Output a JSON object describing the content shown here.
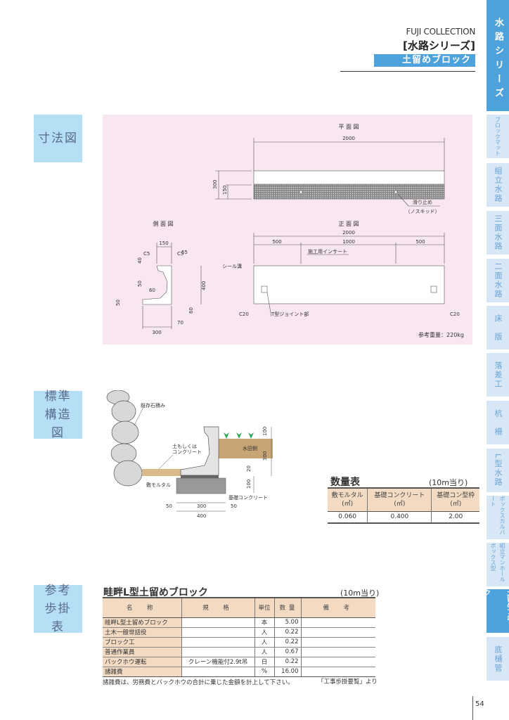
{
  "header": {
    "collection": "FUJI COLLECTION",
    "series": "[水路シリーズ]",
    "product": "土留めブロック"
  },
  "series_tab": "水路シリーズ",
  "sidebar": {
    "items": [
      {
        "label": "ブロックマット"
      },
      {
        "label": "組立水路"
      },
      {
        "label": "三面水路"
      },
      {
        "label": "二面水路"
      },
      {
        "label": "床　版"
      },
      {
        "label": "落差工"
      },
      {
        "label": "杭　柵"
      },
      {
        "label": "L型水路"
      },
      {
        "label": "ボックスカルバート"
      },
      {
        "label": "組立マンホール ボックス型"
      },
      {
        "label": "土留めブロック",
        "active": true
      },
      {
        "label": "底樋管"
      }
    ]
  },
  "sections": {
    "dimension": "寸法図",
    "structure": "標準構造図",
    "labor": "参考歩掛表"
  },
  "dimension_drawing": {
    "plan": {
      "title": "平 面 図",
      "length": "2000",
      "h300": "300",
      "h150": "150",
      "nonskid1": "滑り止め",
      "nonskid2": "（ノスキッド）"
    },
    "side": {
      "title": "側 面 図",
      "d150": "150",
      "d55": "55",
      "c5a": "C5",
      "c5b": "C5",
      "d40": "40",
      "d50": "50",
      "d60": "60",
      "d50b": "50",
      "d400": "400",
      "d60b": "60",
      "d70": "70",
      "d300": "300"
    },
    "front": {
      "title": "正 面 図",
      "d2000": "2000",
      "d500a": "500",
      "d1000": "1000",
      "d500b": "500",
      "insert": "施工用インサート",
      "seal": "シール溝",
      "c20a": "C20",
      "joint": "T型ジョイント部",
      "c20b": "C20"
    },
    "weight": "参考重量：220kg"
  },
  "structure_drawing": {
    "stone": "既存石積み",
    "soil1": "土もしくは",
    "soil2": "コンクリート",
    "paddy": "水田側",
    "mortar": "敷モルタル",
    "base": "基礎コンクリート",
    "d100a": "100",
    "d300v": "300",
    "d20": "20",
    "d100b": "100",
    "d50a": "50",
    "d300": "300",
    "d50b": "50",
    "d400": "400"
  },
  "quantity_table": {
    "title": "数量表",
    "unit": "(10m当り)",
    "headers": [
      {
        "name": "敷モルタル",
        "unit": "(㎥)"
      },
      {
        "name": "基礎コンクリート",
        "unit": "(㎥)"
      },
      {
        "name": "基礎コン型枠",
        "unit": "(㎡)"
      }
    ],
    "values": [
      "0.060",
      "0.400",
      "2.00"
    ]
  },
  "labor_table": {
    "title": "畦畔L型土留めブロック",
    "unit": "(10m当り)",
    "headers": [
      "名　称",
      "規　格",
      "単位",
      "数 量",
      "備　考"
    ],
    "rows": [
      {
        "name": "畦畔L型土留めブロック",
        "spec": "",
        "unit": "本",
        "qty": "5.00",
        "note": ""
      },
      {
        "name": "土木一般世話役",
        "spec": "",
        "unit": "人",
        "qty": "0.22",
        "note": ""
      },
      {
        "name": "ブロック工",
        "spec": "",
        "unit": "人",
        "qty": "0.22",
        "note": ""
      },
      {
        "name": "普通作業員",
        "spec": "",
        "unit": "人",
        "qty": "0.67",
        "note": ""
      },
      {
        "name": "バックホウ運転",
        "spec": "クレーン機能付2.9t吊",
        "unit": "日",
        "qty": "0.22",
        "note": ""
      },
      {
        "name": "諸雑費",
        "spec": "",
        "unit": "%",
        "qty": "16.00",
        "note": ""
      }
    ],
    "footnote": "諸雑費は、労務費とバックホウの合計に乗じた金額を計上して下さい。",
    "source": "「工事歩掛要覧」より"
  },
  "page_number": "54",
  "colors": {
    "accent": "#4da2dc",
    "tab_bg": "#d7e7f5",
    "label_bg": "#b5dff5",
    "panel_bg": "#f8e6f0",
    "table_header": "#f2dac3"
  }
}
